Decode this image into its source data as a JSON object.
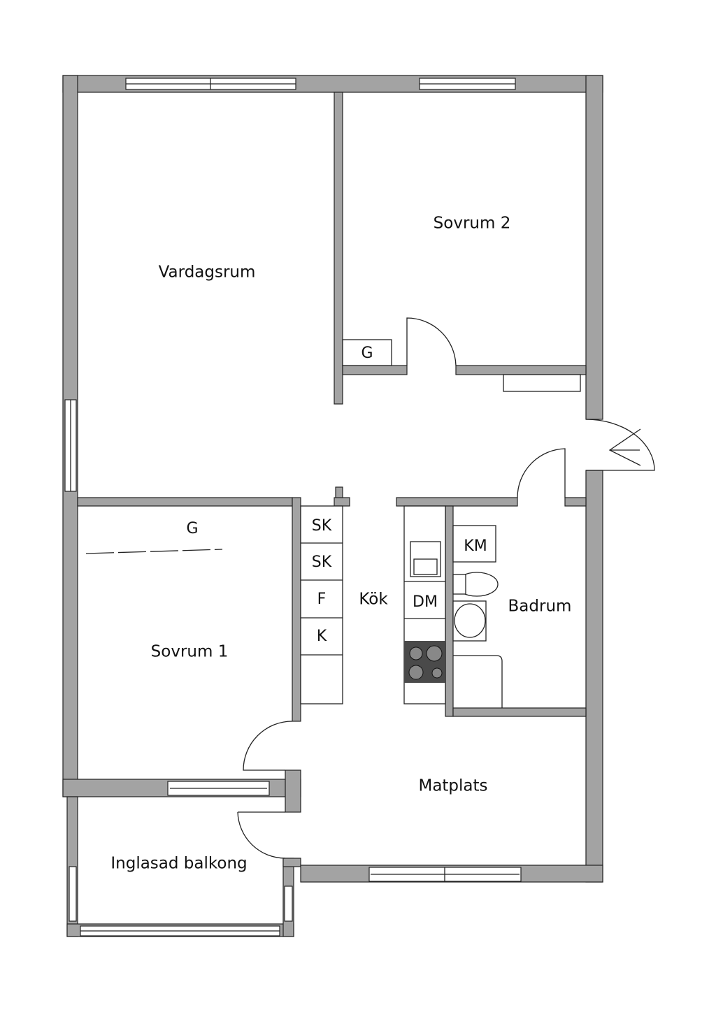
{
  "rooms": {
    "living_room": "Vardagsrum",
    "bedroom_2": "Sovrum 2",
    "bedroom_1": "Sovrum 1",
    "kitchen": "Kök",
    "bathroom": "Badrum",
    "dining": "Matplats",
    "balcony": "Inglasad balkong"
  },
  "fixtures": {
    "wardrobe_bedroom2": "G",
    "wardrobe_bedroom1": "G",
    "cabinet_1": "SK",
    "cabinet_2": "SK",
    "freezer": "F",
    "fridge": "K",
    "dishwasher": "DM",
    "washing_machine": "KM"
  },
  "colors": {
    "wall": "#a3a3a3",
    "stove": "#4a4a4a"
  }
}
